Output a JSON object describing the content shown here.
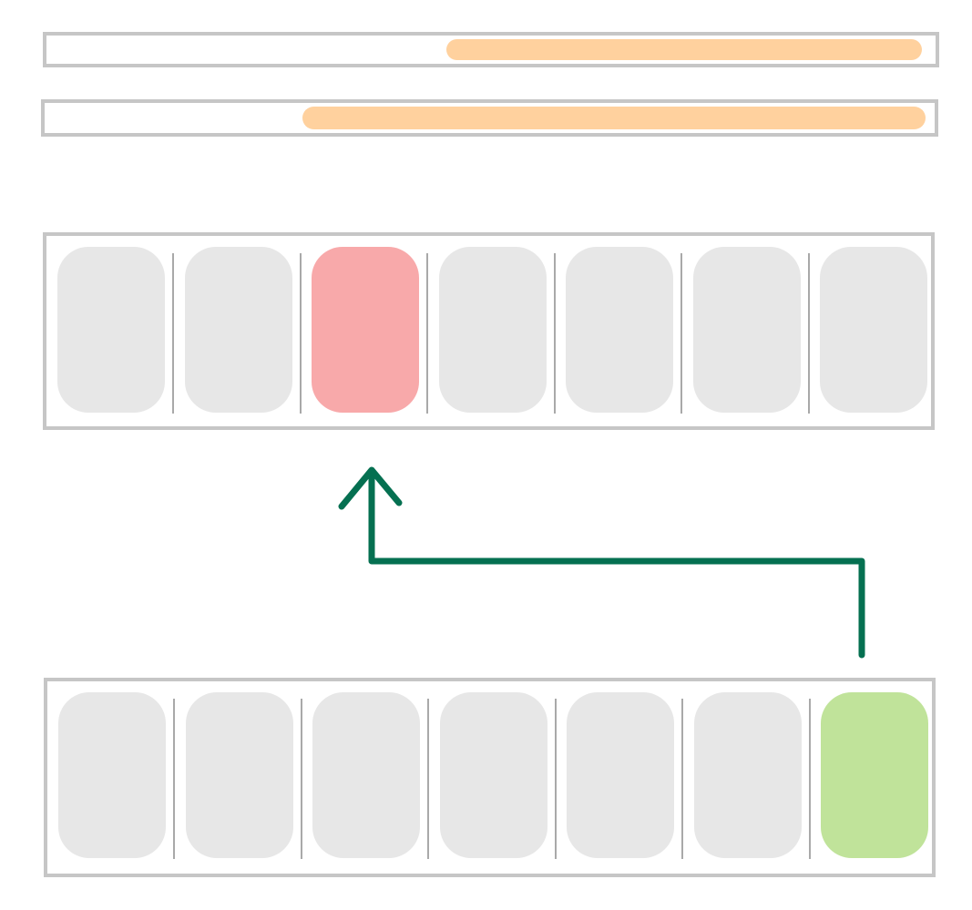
{
  "colors": {
    "track_border": "#c6c6c6",
    "bar_fill": "#ffd19e",
    "slot_default": "#e7e7e7",
    "slot_highlight_target": "#f8a9aa",
    "slot_highlight_source": "#c0e39a",
    "separator": "#a9a9a9",
    "arrow": "#057051"
  },
  "bars": [
    {
      "fill_start_fraction": 0.45,
      "fill_end_fraction": 0.985
    },
    {
      "fill_start_fraction": 0.29,
      "fill_end_fraction": 0.99
    }
  ],
  "strips": [
    {
      "id": "top",
      "slot_count": 7,
      "highlight_index": 2,
      "highlight_role": "target"
    },
    {
      "id": "bottom",
      "slot_count": 7,
      "highlight_index": 6,
      "highlight_role": "source"
    }
  ],
  "arrow": {
    "from_strip": "bottom",
    "from_slot": 6,
    "to_strip": "top",
    "to_slot": 2,
    "icon": "arrow-up-icon"
  }
}
